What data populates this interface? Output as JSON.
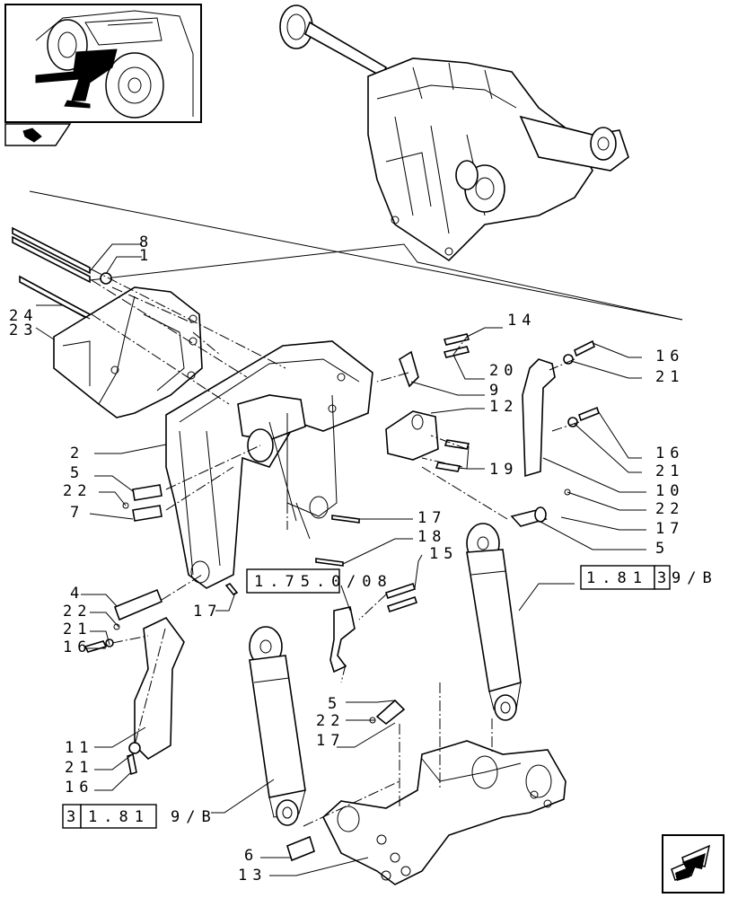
{
  "callouts": {
    "c8": "8",
    "c1": "1",
    "c24": "24",
    "c23": "23",
    "c14": "14",
    "c20": "20",
    "c9": "9",
    "c12": "12",
    "c16a": "16",
    "c21a": "21",
    "c16b": "16",
    "c21b": "21",
    "c10": "10",
    "c19": "19",
    "c2": "2",
    "c5a": "5",
    "c22a": "22",
    "c7": "7",
    "c22b": "22",
    "c17a": "17",
    "c17b": "17",
    "c18": "18",
    "c15": "15",
    "c5b": "5",
    "c4": "4",
    "c22c": "22",
    "c21c": "21",
    "c16c": "16",
    "c17c": "17",
    "c5c": "5",
    "c22d": "22",
    "c17d": "17",
    "c11": "11",
    "c21d": "21",
    "c16d": "16",
    "c6": "6",
    "c13": "13"
  },
  "references": {
    "ref_a": {
      "boxes": [
        "1.75.0"
      ],
      "suffix": "/08"
    },
    "ref_b": {
      "boxes": [
        "1.81",
        "3"
      ],
      "suffix": "9/B"
    },
    "ref_c": {
      "boxes": [
        "3",
        "1.81"
      ],
      "suffix": "9/B"
    }
  },
  "icons": {
    "overview": "tractor-overview-thumbnail-icon",
    "back_arrow": "back-arrow-icon",
    "next_arrow": "next-page-arrow-icon"
  }
}
